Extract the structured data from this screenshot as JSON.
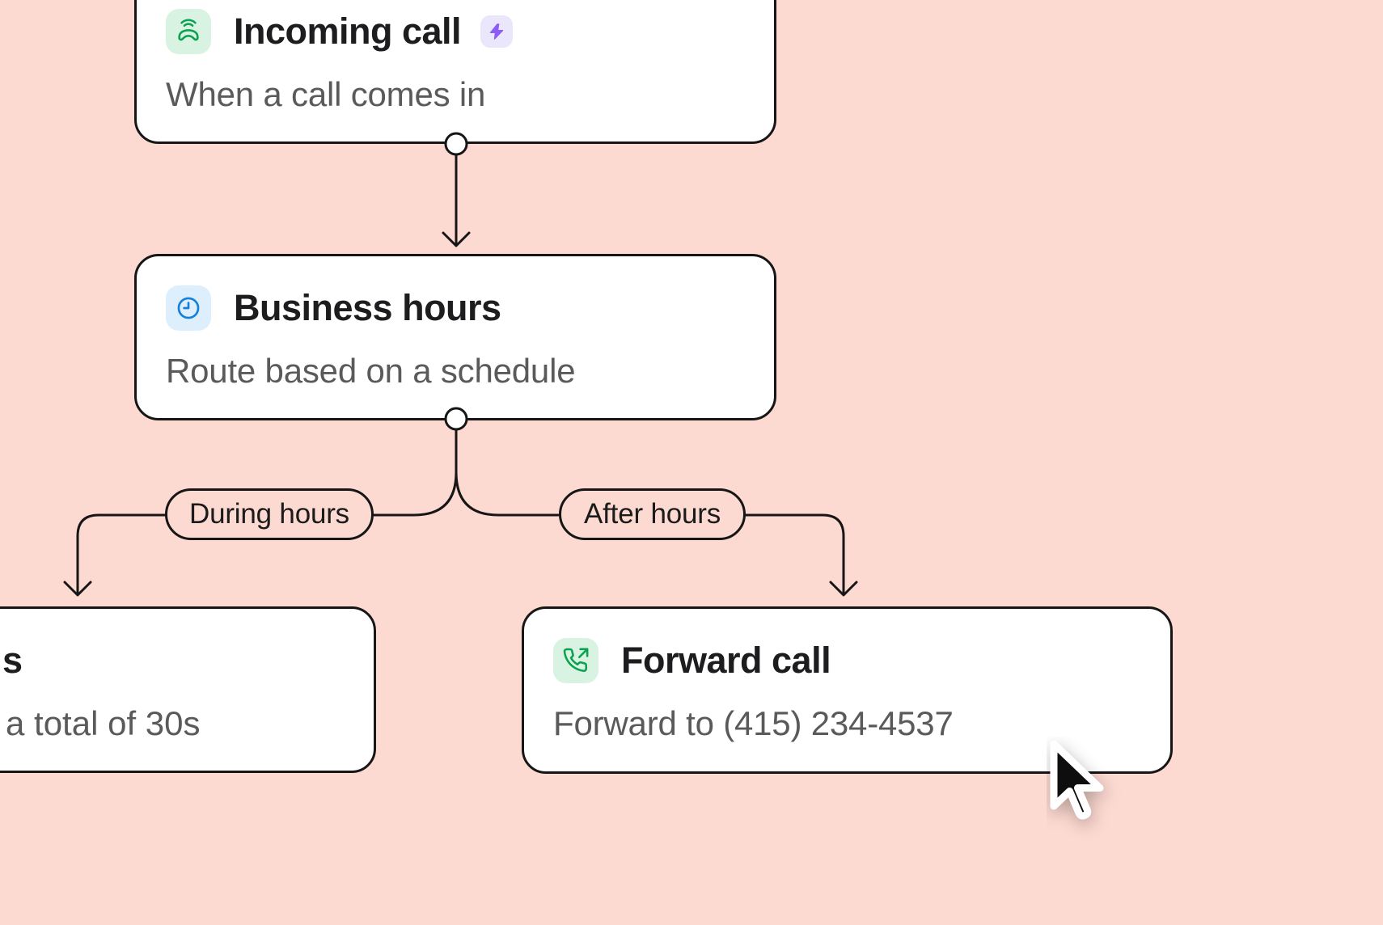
{
  "canvas": {
    "type": "call-flow-builder"
  },
  "nodes": {
    "incoming": {
      "title": "Incoming call",
      "subtitle": "When a call comes in",
      "icon": "phone-ringing-icon",
      "badge_icon": "lightning-bolt-icon"
    },
    "hours": {
      "title": "Business hours",
      "subtitle": "Route based on a schedule",
      "icon": "clock-icon"
    },
    "left": {
      "title_fragment": "s",
      "subtitle_fragment": "a total of 30s"
    },
    "forward": {
      "title": "Forward call",
      "subtitle": "Forward to (415) 234-4537",
      "icon": "phone-outgoing-icon"
    }
  },
  "labels": {
    "during": "During hours",
    "after": "After hours"
  },
  "icons": {
    "cursor": "mouse-pointer"
  },
  "colors": {
    "bg": "#fcd9d1",
    "card_border": "#161616",
    "line": "#161616",
    "title": "#1d1d1f",
    "subtitle": "#5a5a5a",
    "green": "#0ba14e",
    "green_bg": "#d9f3e2",
    "blue": "#1680d8",
    "blue_bg": "#ddeffc",
    "purple": "#8b5cf6",
    "purple_bg": "#eae6fc",
    "cursor_fill": "#0e0e0e",
    "cursor_outline": "#ffffff"
  }
}
